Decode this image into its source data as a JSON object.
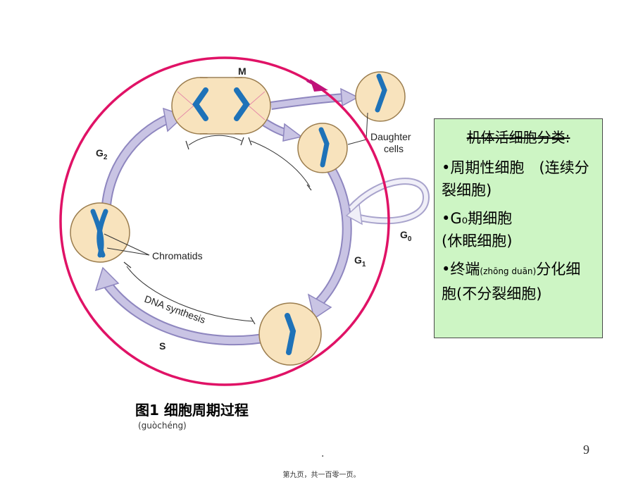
{
  "diagram": {
    "phase_m": "M",
    "phase_g2": "G",
    "phase_g2_sub": "2",
    "phase_g1": "G",
    "phase_g1_sub": "1",
    "phase_g0": "G",
    "phase_g0_sub": "0",
    "phase_s": "S",
    "daughter_cells_line1": "Daughter",
    "daughter_cells_line2": "cells",
    "chromatids_label": "Chromatids",
    "dna_synthesis_label": "DNA synthesis",
    "colors": {
      "outer_circle": "#e01266",
      "arrow_fill": "#c9c4e4",
      "arrow_stroke": "#8e86bf",
      "cell_fill": "#f8e3bd",
      "cell_stroke": "#9b7d4e",
      "chromosome": "#1e72b8",
      "pointer": "#c0127a"
    }
  },
  "info_box": {
    "title": "机体活细胞分类:",
    "items": [
      "•周期性细胞　(连续分裂细胞)",
      "G₀期细胞",
      "(休眠细胞)",
      "•终端",
      "(zhōng duān)",
      "分化细胞(不分裂细胞)"
    ],
    "bullet": "•",
    "colors": {
      "background": "#cdf5c4",
      "border": "#4a4a4a"
    }
  },
  "caption": {
    "title": "图1  细胞周期过程",
    "pinyin": "(guòchéng)"
  },
  "page": {
    "dot": ".",
    "number": "9",
    "footer": "第九页，共一百零一页。"
  }
}
